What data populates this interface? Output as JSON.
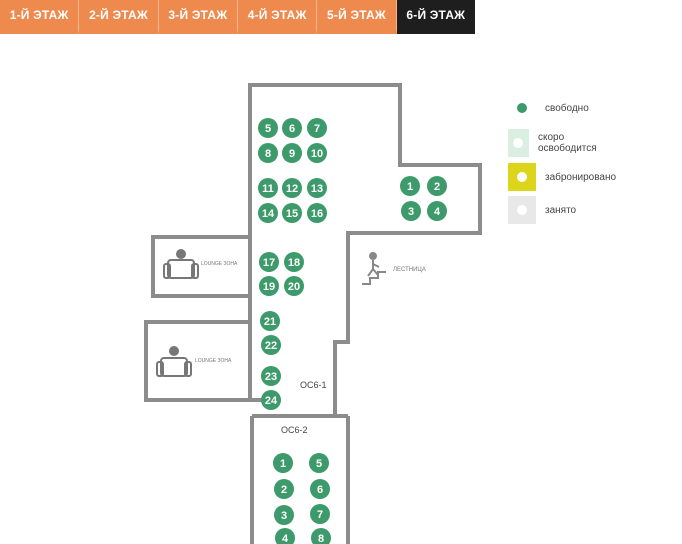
{
  "floors": [
    {
      "label": "1-Й ЭТАЖ",
      "active": false
    },
    {
      "label": "2-Й ЭТАЖ",
      "active": false
    },
    {
      "label": "3-Й ЭТАЖ",
      "active": false
    },
    {
      "label": "4-Й ЭТАЖ",
      "active": false
    },
    {
      "label": "5-Й ЭТАЖ",
      "active": false
    },
    {
      "label": "6-Й ЭТАЖ",
      "active": true
    }
  ],
  "legend": [
    {
      "label": "свободно",
      "swatch_color": "#ffffff",
      "dot_color": "#3d9a6a"
    },
    {
      "label": "скоро освободится",
      "swatch_color": "#dbeee2",
      "dot_color": "#ffffff"
    },
    {
      "label": "забронировано",
      "swatch_color": "#ddd51c",
      "dot_color": "#ffffff"
    },
    {
      "label": "занято",
      "swatch_color": "#e8e8e8",
      "dot_color": "#ffffff"
    }
  ],
  "zones": {
    "lounge_top": "LOUNGE ЗОНА",
    "lounge_bottom": "LOUNGE ЗОНА",
    "stairs": "ЛЕСТНИЦА",
    "os6_1": "ОС6-1",
    "os6_2": "ОС6-2"
  },
  "seats": {
    "os6_1": [
      "1",
      "2",
      "3",
      "4",
      "5",
      "6",
      "7",
      "8",
      "9",
      "10",
      "11",
      "12",
      "13",
      "14",
      "15",
      "16",
      "17",
      "18",
      "19",
      "20",
      "21",
      "22",
      "23",
      "24"
    ],
    "os6_2": [
      "1",
      "2",
      "3",
      "4",
      "5",
      "6",
      "7",
      "8"
    ]
  },
  "colors": {
    "seat_free": "#3d9a6a",
    "wall": "#8c8c8c",
    "tab": "#ef8a4f",
    "tab_active": "#1e1e1e"
  }
}
